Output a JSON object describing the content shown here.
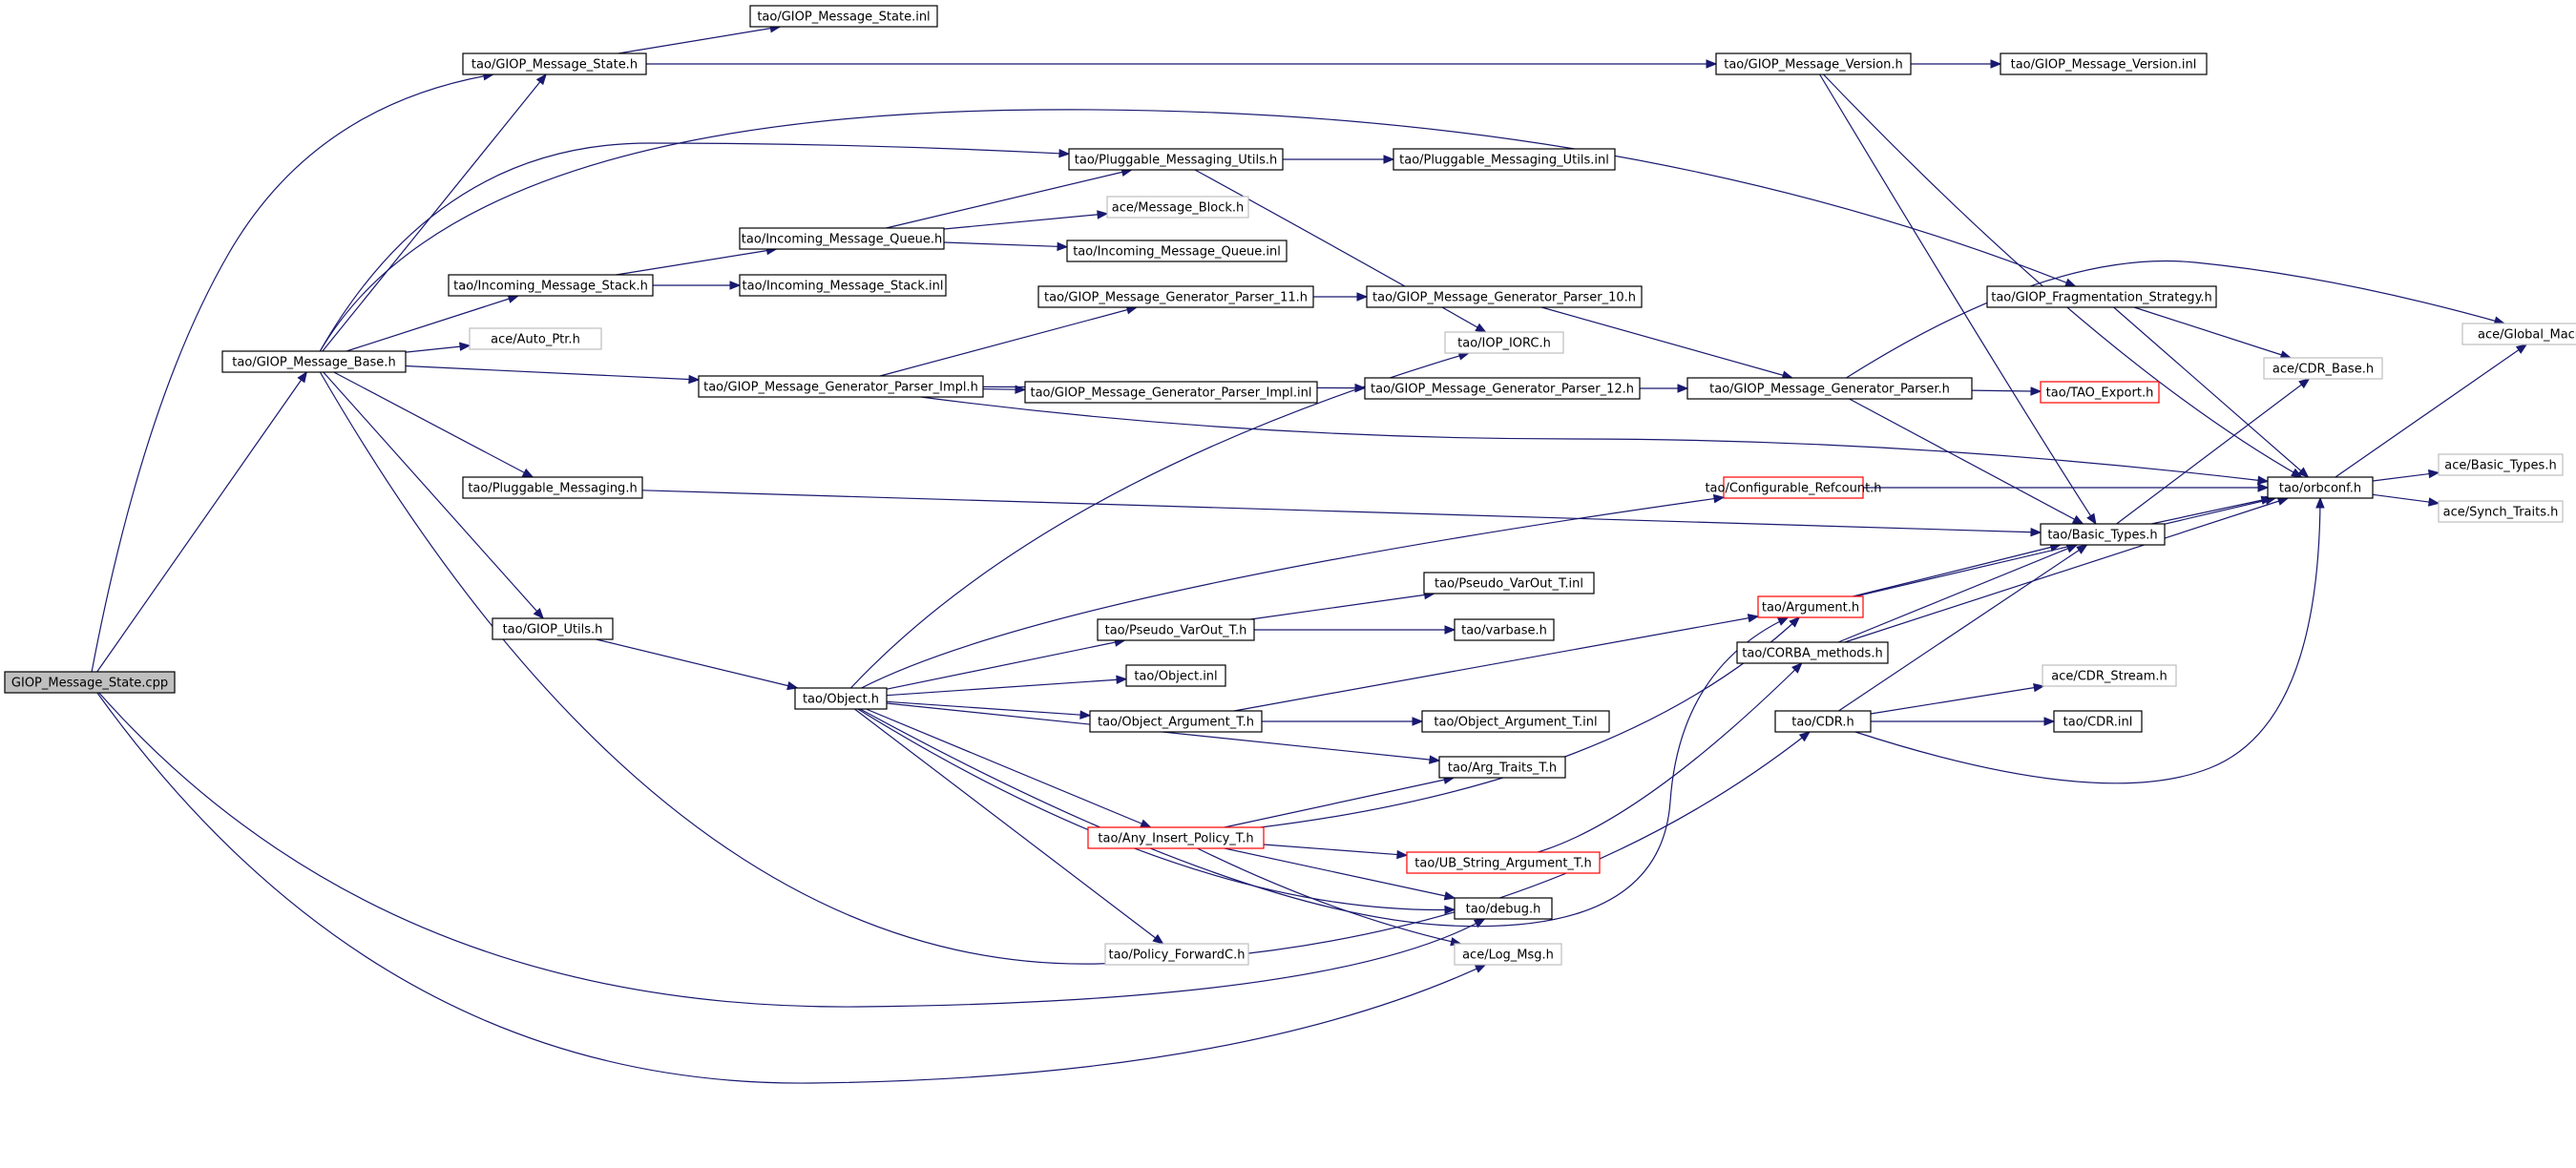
{
  "graph": {
    "nodes": [
      {
        "id": "n0",
        "label": "GIOP_Message_State.cpp",
        "style": "root"
      },
      {
        "id": "n1",
        "label": "tao/GIOP_Message_State.h",
        "style": "normal"
      },
      {
        "id": "n2",
        "label": "tao/GIOP_Message_State.inl",
        "style": "normal"
      },
      {
        "id": "n3",
        "label": "tao/GIOP_Message_Version.h",
        "style": "normal"
      },
      {
        "id": "n4",
        "label": "tao/GIOP_Message_Version.inl",
        "style": "normal"
      },
      {
        "id": "n5",
        "label": "tao/Pluggable_Messaging_Utils.h",
        "style": "normal"
      },
      {
        "id": "n6",
        "label": "tao/Pluggable_Messaging_Utils.inl",
        "style": "normal"
      },
      {
        "id": "n7",
        "label": "tao/Incoming_Message_Queue.h",
        "style": "normal"
      },
      {
        "id": "n8",
        "label": "ace/Message_Block.h",
        "style": "gray"
      },
      {
        "id": "n9",
        "label": "tao/Incoming_Message_Queue.inl",
        "style": "normal"
      },
      {
        "id": "n10",
        "label": "tao/Incoming_Message_Stack.h",
        "style": "normal"
      },
      {
        "id": "n11",
        "label": "tao/Incoming_Message_Stack.inl",
        "style": "normal"
      },
      {
        "id": "n12",
        "label": "tao/GIOP_Message_Generator_Parser_11.h",
        "style": "normal"
      },
      {
        "id": "n13",
        "label": "tao/GIOP_Message_Generator_Parser_10.h",
        "style": "normal"
      },
      {
        "id": "n14",
        "label": "tao/GIOP_Fragmentation_Strategy.h",
        "style": "normal"
      },
      {
        "id": "n15",
        "label": "ace/Global_Macros.h",
        "style": "gray"
      },
      {
        "id": "n16",
        "label": "tao/GIOP_Message_Base.h",
        "style": "normal"
      },
      {
        "id": "n17",
        "label": "ace/Auto_Ptr.h",
        "style": "gray"
      },
      {
        "id": "n18",
        "label": "tao/IOP_IORC.h",
        "style": "gray"
      },
      {
        "id": "n19",
        "label": "ace/CDR_Base.h",
        "style": "gray"
      },
      {
        "id": "n20",
        "label": "tao/GIOP_Message_Generator_Parser_Impl.h",
        "style": "normal"
      },
      {
        "id": "n21",
        "label": "tao/GIOP_Message_Generator_Parser_Impl.inl",
        "style": "normal"
      },
      {
        "id": "n22",
        "label": "tao/GIOP_Message_Generator_Parser_12.h",
        "style": "normal"
      },
      {
        "id": "n23",
        "label": "tao/GIOP_Message_Generator_Parser.h",
        "style": "normal"
      },
      {
        "id": "n24",
        "label": "tao/TAO_Export.h",
        "style": "red"
      },
      {
        "id": "n25",
        "label": "ace/Basic_Types.h",
        "style": "gray"
      },
      {
        "id": "n26",
        "label": "tao/Pluggable_Messaging.h",
        "style": "normal"
      },
      {
        "id": "n27",
        "label": "tao/Configurable_Refcount.h",
        "style": "red"
      },
      {
        "id": "n28",
        "label": "tao/orbconf.h",
        "style": "normal"
      },
      {
        "id": "n29",
        "label": "tao/Basic_Types.h",
        "style": "normal"
      },
      {
        "id": "n30",
        "label": "ace/Synch_Traits.h",
        "style": "gray"
      },
      {
        "id": "n31",
        "label": "tao/Pseudo_VarOut_T.inl",
        "style": "normal"
      },
      {
        "id": "n32",
        "label": "tao/GIOP_Utils.h",
        "style": "normal"
      },
      {
        "id": "n33",
        "label": "tao/Pseudo_VarOut_T.h",
        "style": "normal"
      },
      {
        "id": "n34",
        "label": "tao/varbase.h",
        "style": "normal"
      },
      {
        "id": "n35",
        "label": "tao/Argument.h",
        "style": "red"
      },
      {
        "id": "n36",
        "label": "tao/CORBA_methods.h",
        "style": "normal"
      },
      {
        "id": "n37",
        "label": "tao/Object.inl",
        "style": "normal"
      },
      {
        "id": "n38",
        "label": "ace/CDR_Stream.h",
        "style": "gray"
      },
      {
        "id": "n39",
        "label": "tao/Object.h",
        "style": "normal"
      },
      {
        "id": "n40",
        "label": "tao/CDR.h",
        "style": "normal"
      },
      {
        "id": "n41",
        "label": "tao/Object_Argument_T.h",
        "style": "normal"
      },
      {
        "id": "n42",
        "label": "tao/Object_Argument_T.inl",
        "style": "normal"
      },
      {
        "id": "n43",
        "label": "tao/CDR.inl",
        "style": "normal"
      },
      {
        "id": "n44",
        "label": "tao/Arg_Traits_T.h",
        "style": "normal"
      },
      {
        "id": "n45",
        "label": "tao/Any_Insert_Policy_T.h",
        "style": "red"
      },
      {
        "id": "n46",
        "label": "tao/UB_String_Argument_T.h",
        "style": "red"
      },
      {
        "id": "n47",
        "label": "tao/debug.h",
        "style": "normal"
      },
      {
        "id": "n48",
        "label": "ace/Log_Msg.h",
        "style": "gray"
      },
      {
        "id": "n49",
        "label": "tao/Policy_ForwardC.h",
        "style": "gray"
      }
    ],
    "edges": [
      [
        "n0",
        "n16"
      ],
      [
        "n0",
        "n1"
      ],
      [
        "n0",
        "n47"
      ],
      [
        "n0",
        "n48"
      ],
      [
        "n1",
        "n2"
      ],
      [
        "n1",
        "n3"
      ],
      [
        "n3",
        "n4"
      ],
      [
        "n3",
        "n29"
      ],
      [
        "n3",
        "n28"
      ],
      [
        "n16",
        "n1"
      ],
      [
        "n16",
        "n5"
      ],
      [
        "n16",
        "n10"
      ],
      [
        "n16",
        "n17"
      ],
      [
        "n16",
        "n20"
      ],
      [
        "n16",
        "n26"
      ],
      [
        "n16",
        "n32"
      ],
      [
        "n16",
        "n14"
      ],
      [
        "n16",
        "n40"
      ],
      [
        "n5",
        "n6"
      ],
      [
        "n5",
        "n18"
      ],
      [
        "n7",
        "n5"
      ],
      [
        "n7",
        "n8"
      ],
      [
        "n7",
        "n9"
      ],
      [
        "n10",
        "n7"
      ],
      [
        "n10",
        "n11"
      ],
      [
        "n20",
        "n12"
      ],
      [
        "n20",
        "n21"
      ],
      [
        "n20",
        "n22"
      ],
      [
        "n20",
        "n28"
      ],
      [
        "n12",
        "n13"
      ],
      [
        "n13",
        "n23"
      ],
      [
        "n22",
        "n23"
      ],
      [
        "n23",
        "n24"
      ],
      [
        "n23",
        "n29"
      ],
      [
        "n23",
        "n15"
      ],
      [
        "n14",
        "n19"
      ],
      [
        "n14",
        "n28"
      ],
      [
        "n26",
        "n29"
      ],
      [
        "n27",
        "n28"
      ],
      [
        "n29",
        "n28"
      ],
      [
        "n29",
        "n19"
      ],
      [
        "n28",
        "n15"
      ],
      [
        "n28",
        "n25"
      ],
      [
        "n28",
        "n30"
      ],
      [
        "n32",
        "n39"
      ],
      [
        "n39",
        "n18"
      ],
      [
        "n39",
        "n27"
      ],
      [
        "n39",
        "n33"
      ],
      [
        "n39",
        "n37"
      ],
      [
        "n39",
        "n41"
      ],
      [
        "n39",
        "n44"
      ],
      [
        "n39",
        "n45"
      ],
      [
        "n39",
        "n49"
      ],
      [
        "n39",
        "n47"
      ],
      [
        "n39",
        "n35"
      ],
      [
        "n33",
        "n31"
      ],
      [
        "n33",
        "n34"
      ],
      [
        "n41",
        "n42"
      ],
      [
        "n41",
        "n35"
      ],
      [
        "n45",
        "n44"
      ],
      [
        "n45",
        "n46"
      ],
      [
        "n45",
        "n47"
      ],
      [
        "n45",
        "n48"
      ],
      [
        "n45",
        "n35"
      ],
      [
        "n46",
        "n36"
      ],
      [
        "n35",
        "n29"
      ],
      [
        "n35",
        "n28"
      ],
      [
        "n36",
        "n29"
      ],
      [
        "n36",
        "n28"
      ],
      [
        "n40",
        "n38"
      ],
      [
        "n40",
        "n43"
      ],
      [
        "n40",
        "n29"
      ],
      [
        "n40",
        "n28"
      ]
    ]
  }
}
